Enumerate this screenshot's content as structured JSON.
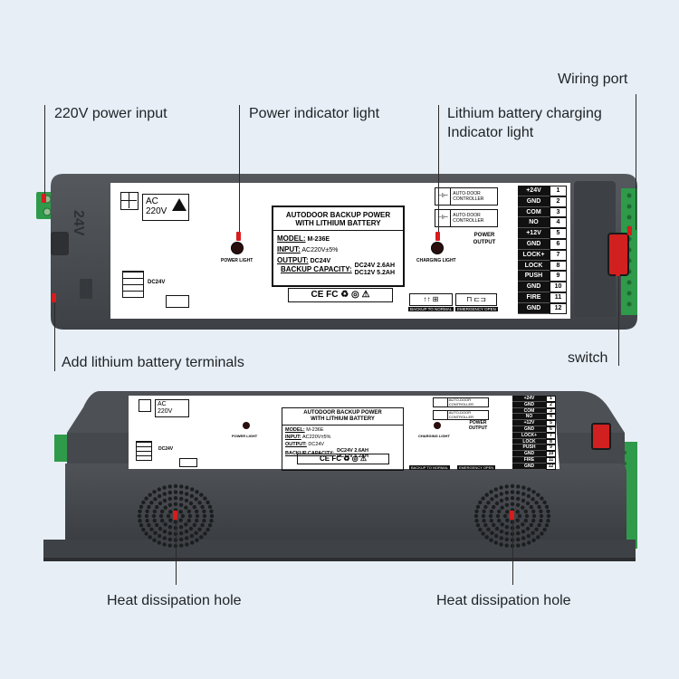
{
  "callouts": {
    "power_input": "220V power input",
    "power_light": "Power indicator light",
    "charging_light_1": "Lithium battery charging",
    "charging_light_2": "Indicator light",
    "wiring_port": "Wiring port",
    "battery_terminals": "Add lithium battery terminals",
    "switch": "switch",
    "heat_left": "Heat dissipation hole",
    "heat_right": "Heat dissipation hole"
  },
  "label": {
    "ac_line1": "AC",
    "ac_line2": "220V",
    "dc_badge": "DC24V",
    "title_line1": "AUTODOOR BACKUP POWER",
    "title_line2": "WITH LITHIUM BATTERY",
    "model_key": "MODEL:",
    "model_val": "M-236E",
    "input_key": "INPUT:",
    "input_val": "AC220V±5%",
    "output_key": "OUTPUT:",
    "output_val": "DC24V",
    "backup_key": "BACKUP CAPACITY:",
    "backup_val1": "DC24V  2.6AH",
    "backup_val2": "DC12V  5.2AH",
    "cert": "CE FC ♻ ◎ ⚠",
    "power_light": "POWER LIGHT",
    "charging_light": "CHARGING LIGHT",
    "door_ctrl1": "AUTO-DOOR CONTROLLER",
    "door_ctrl2": "AUTO-DOOR CONTROLLER",
    "power_output": "POWER OUTPUT",
    "backup_normal": "BACKUP TO NORMAL",
    "emergency_open": "EMERGENCY OPEN",
    "side_text": "24V"
  },
  "terminals": [
    {
      "name": "+24V",
      "num": "1"
    },
    {
      "name": "GND",
      "num": "2"
    },
    {
      "name": "COM",
      "num": "3"
    },
    {
      "name": "NO",
      "num": "4"
    },
    {
      "name": "+12V",
      "num": "5"
    },
    {
      "name": "GND",
      "num": "6"
    },
    {
      "name": "LOCK+",
      "num": "7"
    },
    {
      "name": "LOCK",
      "num": "8"
    },
    {
      "name": "PUSH",
      "num": "9"
    },
    {
      "name": "GND",
      "num": "10"
    },
    {
      "name": "FIRE",
      "num": "11"
    },
    {
      "name": "GND",
      "num": "12"
    }
  ],
  "colors": {
    "housing": "#4a4d52",
    "label_bg": "#ffffff",
    "terminal_green": "#2f9a4a",
    "indicator_red": "#d71c1c",
    "background": "#e7eef6"
  }
}
